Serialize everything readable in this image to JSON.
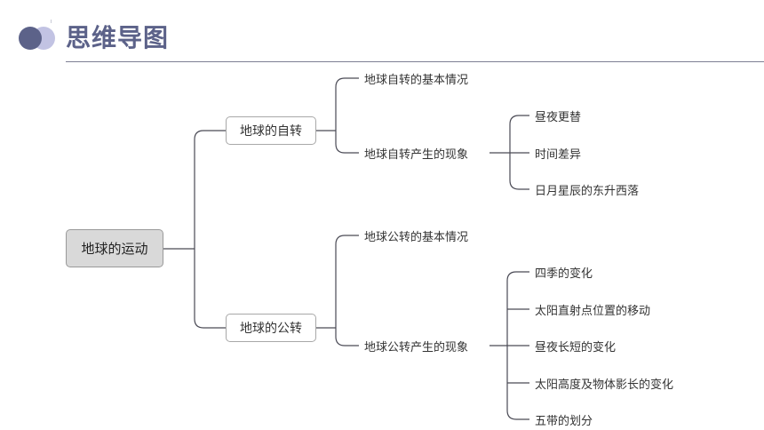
{
  "header": {
    "title": "思维导图",
    "accent_color": "#5c6289",
    "logo": "two-overlapping-circles-icon"
  },
  "mindmap": {
    "root": "地球的运动",
    "branches": [
      {
        "label": "地球的自转",
        "children": [
          {
            "label": "地球自转的基本情况",
            "children": []
          },
          {
            "label": "地球自转产生的现象",
            "children": [
              "昼夜更替",
              "时间差异",
              "日月星辰的东升西落"
            ]
          }
        ]
      },
      {
        "label": "地球的公转",
        "children": [
          {
            "label": "地球公转的基本情况",
            "children": []
          },
          {
            "label": "地球公转产生的现象",
            "children": [
              "四季的变化",
              "太阳直射点位置的移动",
              "昼夜长短的变化",
              "太阳高度及物体影长的变化",
              "五带的划分"
            ]
          }
        ]
      }
    ]
  }
}
